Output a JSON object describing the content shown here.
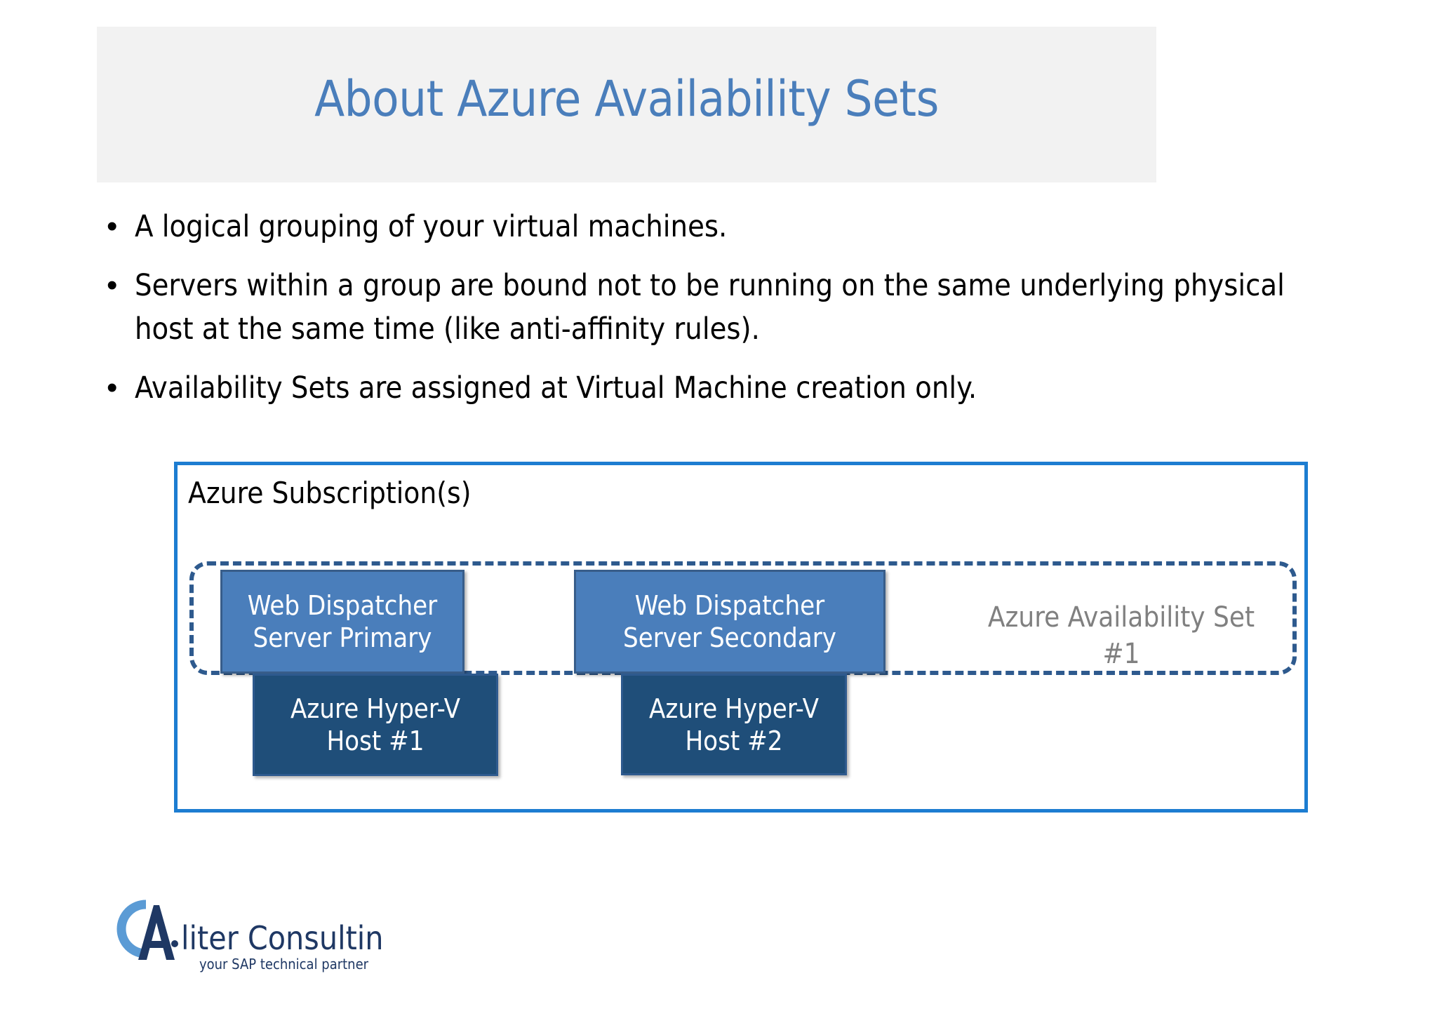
{
  "slide": {
    "title": "About Azure Availability Sets",
    "accent_color": "#9ab9e0",
    "title_color": "#4a7ebb",
    "band_bg": "#f2f2f2"
  },
  "bullets": [
    {
      "marker": "•",
      "text": "A logical grouping of your virtual machines."
    },
    {
      "marker": "•",
      "text": "Servers within a group are bound not to be running on the same underlying physical host at the same time (like anti-affinity rules)."
    },
    {
      "marker": "•",
      "text": "Availability Sets are assigned at Virtual Machine creation only."
    }
  ],
  "diagram": {
    "subscription_label": "Azure Subscription(s)",
    "subscription_border_color": "#1d7dd1",
    "availability_set_label": "Azure Availability Set #1",
    "availability_set_label_color": "#808080",
    "availability_set_border_color": "#2e5a8e",
    "vm_fill": "#4a7ebb",
    "host_fill": "#1f4e79",
    "vms": [
      {
        "line1": "Web Dispatcher",
        "line2": "Server Primary",
        "text": "Web Dispatcher\nServer Primary"
      },
      {
        "line1": "Web Dispatcher",
        "line2": "Server Secondary",
        "text": "Web Dispatcher\nServer Secondary"
      }
    ],
    "hosts": [
      {
        "line1": "Azure Hyper-V",
        "line2": "Host #1",
        "text": "Azure Hyper-V\nHost #1"
      },
      {
        "line1": "Azure Hyper-V",
        "line2": "Host #2",
        "text": "Azure Hyper-V\nHost #2"
      }
    ]
  },
  "logo": {
    "company": "liter Consulting",
    "tagline": "your SAP technical partner",
    "mark_arc_color": "#5b9bd5",
    "mark_letter_color": "#1f3864",
    "word_dark": "#1f3864",
    "word_light": "#2e9bd6"
  }
}
